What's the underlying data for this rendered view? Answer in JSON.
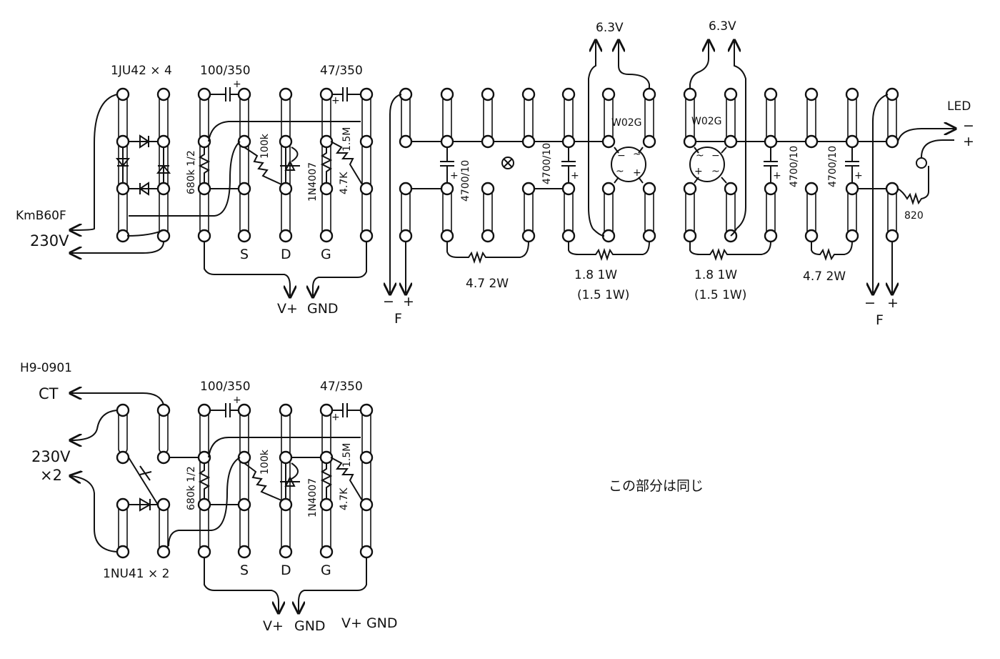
{
  "top_left_board": {
    "bridge_label": "1JU42 × 4",
    "cap1_label": "100/350",
    "cap2_label": "47/350",
    "transformer_label": "KmB60F",
    "mains_label": "230V",
    "res_680k": "680k 1/2",
    "res_100k": "100k",
    "diode_1n4007": "1N4007",
    "res_4_7k": "4.7K",
    "res_1_5m": "1.5M",
    "pin_s": "S",
    "pin_d": "D",
    "pin_g": "G",
    "out_vplus": "V+",
    "out_gnd": "GND"
  },
  "heater_board": {
    "out_6v3_a": "6.3V",
    "out_6v3_b": "6.3V",
    "bridge_a": "W02G",
    "bridge_b": "W02G",
    "cap_a": "4700/10",
    "cap_b": "4700/10",
    "cap_c": "4700/10",
    "cap_d": "4700/10",
    "res_a": "4.7 2W",
    "res_b": "1.8 1W",
    "res_b_alt": "(1.5 1W)",
    "res_c": "1.8 1W",
    "res_c_alt": "(1.5 1W)",
    "res_d": "4.7 2W",
    "led_label": "LED",
    "led_res": "820",
    "f_left": "F",
    "f_right": "F",
    "minus": "−",
    "plus": "+"
  },
  "bottom_left_board": {
    "transformer_label": "H9-0901",
    "ct_label": "CT",
    "mains_label_1": "230V",
    "mains_label_2": "×2",
    "diode_label": "1NU41 × 2",
    "cap1_label": "100/350",
    "cap2_label": "47/350",
    "res_680k": "680k 1/2",
    "res_100k": "100k",
    "diode_1n4007": "1N4007",
    "res_4_7k": "4.7K",
    "res_1_5m": "1.5M",
    "pin_s": "S",
    "pin_d": "D",
    "pin_g": "G",
    "out_vplus": "V+",
    "out_gnd": "GND",
    "extra_outputs": "V+ GND"
  },
  "note": "この部分は同じ"
}
